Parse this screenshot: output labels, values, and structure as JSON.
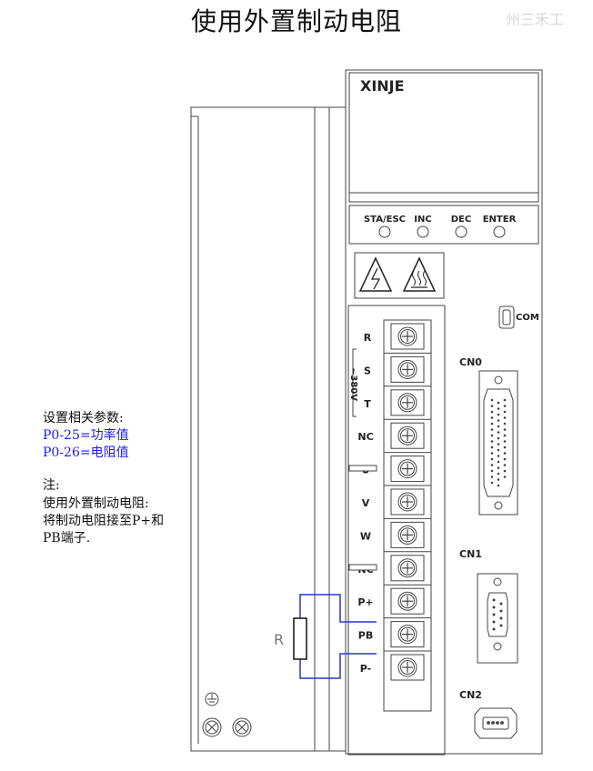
{
  "title": "使用外置制动电阻",
  "watermark": "州三禾工",
  "brand": "XINJE",
  "buttons": [
    "STA/ESC",
    "INC",
    "DEC",
    "ENTER"
  ],
  "terminals": [
    "R",
    "S",
    "T",
    "NC",
    "U",
    "V",
    "W",
    "NC",
    "P+",
    "PB",
    "P-"
  ],
  "voltage_label": "~380V",
  "connectors": {
    "com": "COM",
    "cn0": "CN0",
    "cn1": "CN1",
    "cn2": "CN2"
  },
  "resistor_label": "R",
  "notes": {
    "params_heading": "设置相关参数:",
    "param1": "P0-25=功率值",
    "param2": "P0-26=电阻值",
    "note_heading": "注:",
    "note_line1": "使用外置制动电阻:",
    "note_line2": "将制动电阻接至P+和",
    "note_line3": "PB端子."
  },
  "colors": {
    "wire": "#2a36c8",
    "param_text": "#1a1aff"
  }
}
